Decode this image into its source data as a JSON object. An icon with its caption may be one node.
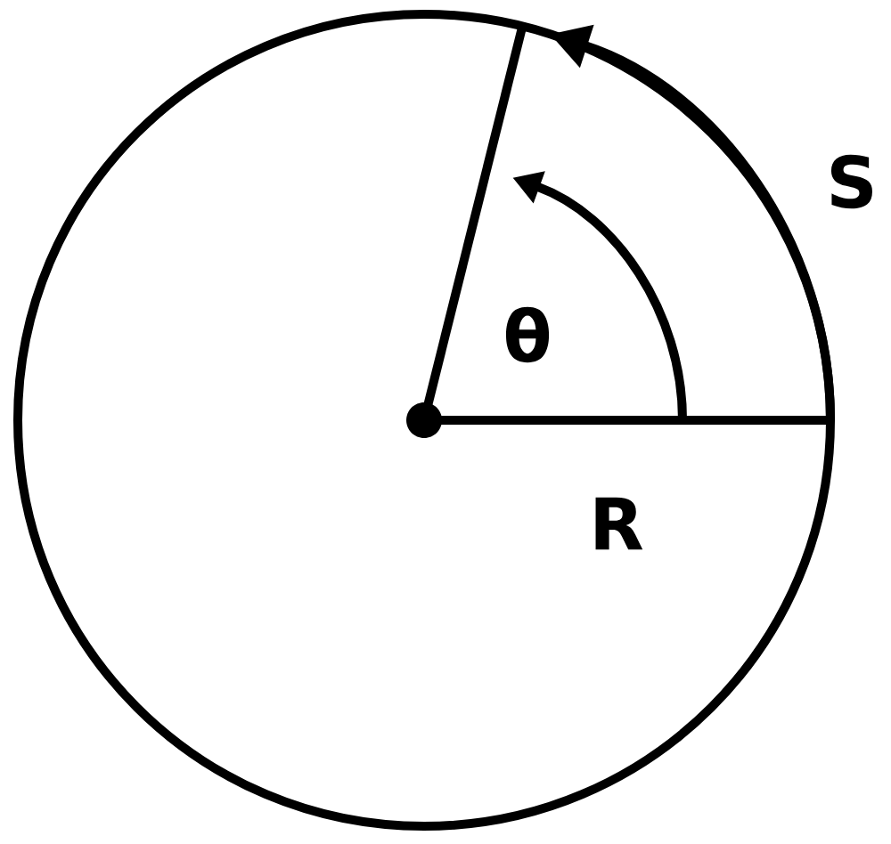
{
  "diagram": {
    "labels": [
      "S",
      "θ",
      "R"
    ]
  }
}
